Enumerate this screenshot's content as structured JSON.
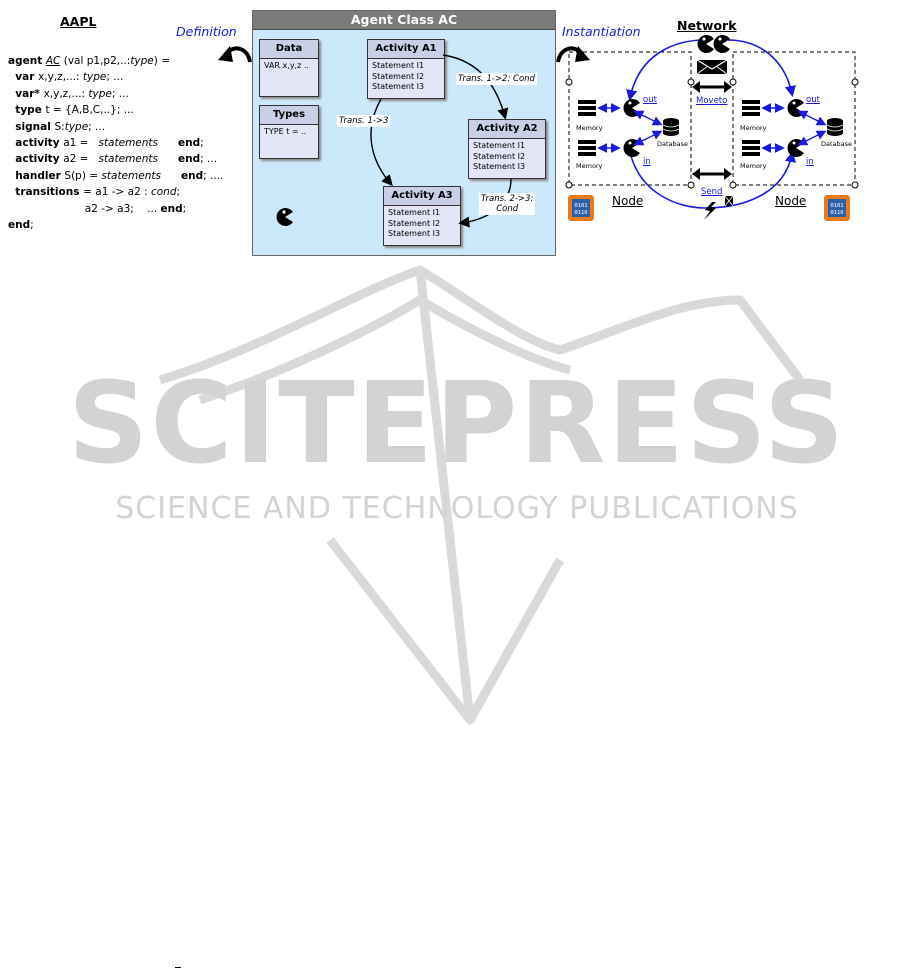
{
  "aapl": {
    "title": "AAPL",
    "lines": [
      [
        {
          "t": "agent ",
          "c": "kw"
        },
        {
          "t": "AC",
          "c": "it ul"
        },
        {
          "t": " (val p1,p2,..:"
        },
        {
          "t": "type",
          "c": "it"
        },
        {
          "t": ") ="
        }
      ],
      [
        {
          "t": "  var ",
          "c": "kw"
        },
        {
          "t": "x,y,z,...: "
        },
        {
          "t": "type",
          "c": "it"
        },
        {
          "t": "; ..."
        }
      ],
      [
        {
          "t": "  var* ",
          "c": "kw"
        },
        {
          "t": "x,y,z,...: "
        },
        {
          "t": "type",
          "c": "it"
        },
        {
          "t": "; ..."
        }
      ],
      [
        {
          "t": "  type ",
          "c": "kw"
        },
        {
          "t": "t = {A,B,C,..}; ..."
        }
      ],
      [
        {
          "t": "  signal ",
          "c": "kw"
        },
        {
          "t": "S:"
        },
        {
          "t": "type",
          "c": "it"
        },
        {
          "t": "; ..."
        }
      ],
      [
        {
          "t": "  activity ",
          "c": "kw"
        },
        {
          "t": "a1 =   "
        },
        {
          "t": "statements",
          "c": "it"
        },
        {
          "t": "      "
        },
        {
          "t": "end",
          "c": "kw"
        },
        {
          "t": ";"
        }
      ],
      [
        {
          "t": "  activity ",
          "c": "kw"
        },
        {
          "t": "a2 =   "
        },
        {
          "t": "statements",
          "c": "it"
        },
        {
          "t": "      "
        },
        {
          "t": "end",
          "c": "kw"
        },
        {
          "t": "; ..."
        }
      ],
      [
        {
          "t": "  handler ",
          "c": "kw"
        },
        {
          "t": "S(p) = "
        },
        {
          "t": "statements",
          "c": "it"
        },
        {
          "t": "      "
        },
        {
          "t": "end",
          "c": "kw"
        },
        {
          "t": "; ...."
        }
      ],
      [
        {
          "t": "  transitions ",
          "c": "kw"
        },
        {
          "t": "= a1 -> a2 : "
        },
        {
          "t": "cond",
          "c": "it"
        },
        {
          "t": ";"
        }
      ],
      [
        {
          "t": "                       a2 -> a3;    ... "
        },
        {
          "t": "end",
          "c": "kw"
        },
        {
          "t": ";"
        }
      ],
      [
        {
          "t": "end",
          "c": "kw"
        },
        {
          "t": ";"
        }
      ]
    ]
  },
  "arrows": {
    "definition": "Definition",
    "instantiation": "Instantiation"
  },
  "agent_class": {
    "title": "Agent Class AC",
    "data_box": {
      "title": "Data",
      "body": "VAR x,y,z .."
    },
    "types_box": {
      "title": "Types",
      "body": "TYPE t = .."
    },
    "activities": [
      {
        "title": "Activity A1",
        "body": "Statement I1\nStatement I2\nStatement I3"
      },
      {
        "title": "Activity A2",
        "body": "Statement I1\nStatement I2\nStatement I3"
      },
      {
        "title": "Activity A3",
        "body": "Statement I1\nStatement I2\nStatement I3"
      }
    ],
    "transitions": {
      "t12": "Trans. 1->2: Cond",
      "t13": "Trans. 1->3",
      "t23": "Trans. 2->3:\nCond"
    }
  },
  "network": {
    "title": "Network",
    "moveto": "Moveto",
    "send": "Send",
    "left_node": {
      "label": "Node",
      "memory1": "Memory",
      "memory2": "Memory",
      "database": "Database",
      "out": "out",
      "in": "in"
    },
    "right_node": {
      "label": "Node",
      "memory1": "Memory",
      "memory2": "Memory",
      "database": "Database",
      "out": "out",
      "in": "in"
    }
  },
  "watermark": {
    "main": "SCITEPRESS",
    "sub": "SCIENCE AND TECHNOLOGY PUBLICATIONS"
  },
  "colors": {
    "accent_blue": "#1a1adc",
    "panel_bg": "#cce8fb",
    "panel_header": "#7b7b7b",
    "chip": "#e97a1d",
    "watermark": "#d6d6d6"
  }
}
